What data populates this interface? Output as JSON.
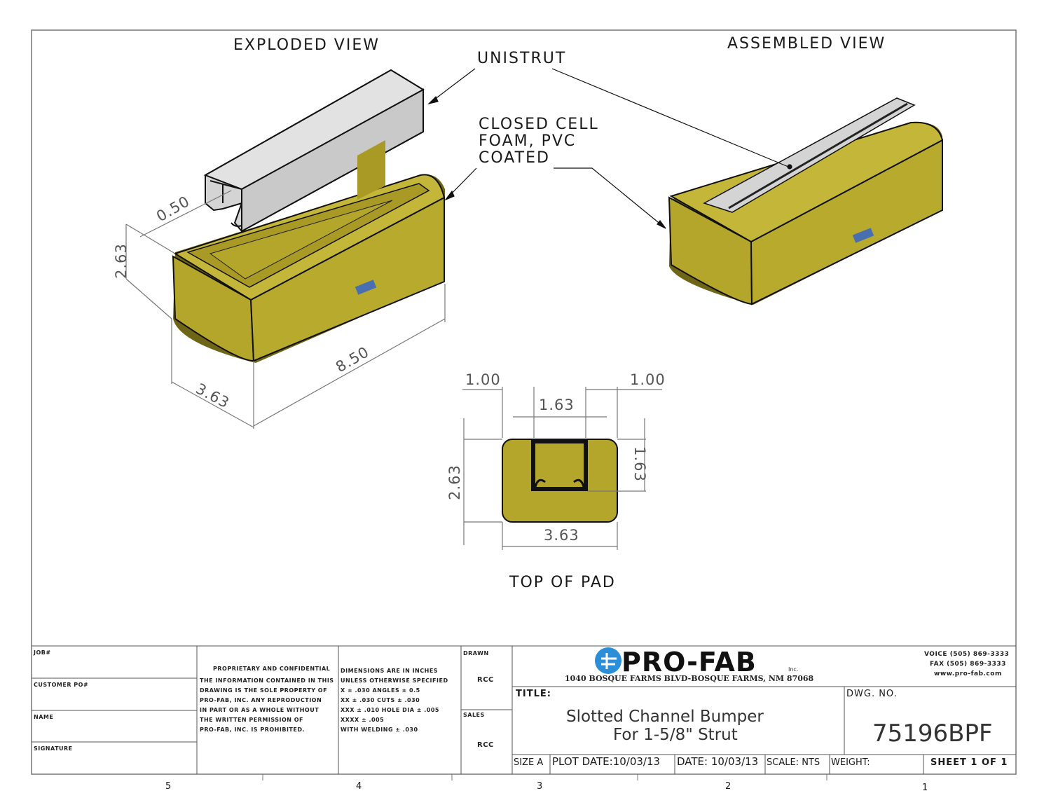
{
  "views": {
    "exploded": "EXPLODED VIEW",
    "assembled": "ASSEMBLED VIEW",
    "top": "TOP OF PAD"
  },
  "callouts": {
    "unistrut": "UNISTRUT",
    "foam": [
      "CLOSED CELL",
      "FOAM, PVC",
      "COATED"
    ]
  },
  "dimensions": {
    "exploded": {
      "slot_depth": "0.50",
      "height": "2.63",
      "length": "8.50",
      "width": "3.63"
    },
    "top": {
      "left_margin": "1.00",
      "slot_width": "1.63",
      "right_margin": "1.00",
      "height": "2.63",
      "slot_depth": "1.63",
      "width": "3.63"
    }
  },
  "title_block": {
    "fields": {
      "job": "JOB#",
      "customer_po": "CUSTOMER PO#",
      "name": "NAME",
      "signature": "SIGNATURE"
    },
    "proprietary": {
      "heading": "PROPRIETARY AND CONFIDENTIAL",
      "lines": [
        "THE INFORMATION CONTAINED IN THIS",
        "DRAWING IS THE SOLE PROPERTY OF",
        "PRO-FAB, INC. ANY REPRODUCTION",
        "IN PART OR AS A WHOLE WITHOUT",
        "THE WRITTEN PERMISSION OF",
        "PRO-FAB, INC. IS PROHIBITED."
      ]
    },
    "tolerances": {
      "lines": [
        "DIMENSIONS ARE IN INCHES",
        "UNLESS OTHERWISE SPECIFIED",
        "X ± .030     ANGLES ± 0.5",
        "XX ± .030     CUTS ± .030",
        "XXX ± .010   HOLE DIA ± .005",
        "XXXX ± .005",
        "WITH WELDING ± .030"
      ]
    },
    "drawn_label": "DRAWN",
    "drawn_by": "RCC",
    "sales_label": "SALES",
    "sales_by": "RCC",
    "company": {
      "name": "PRO-FAB",
      "suffix": "Inc.",
      "address": "1040 BOSQUE FARMS BLVD-BOSQUE FARMS, NM 87068"
    },
    "contact": {
      "voice": "VOICE (505) 869-3333",
      "fax": "FAX (505) 869-3333",
      "web": "www.pro-fab.com"
    },
    "title_label": "TITLE:",
    "title_line1": "Slotted Channel Bumper",
    "title_line2": "For 1-5/8\" Strut",
    "dwg_label": "DWG. NO.",
    "dwg_no": "75196BPF",
    "size": "SIZE A",
    "plot_date": "PLOT DATE:10/03/13",
    "date": "DATE: 10/03/13",
    "scale": "SCALE: NTS",
    "weight": "WEIGHT:",
    "sheet": "SHEET 1 OF 1"
  },
  "zones": [
    "5",
    "4",
    "3",
    "2",
    "1"
  ],
  "colors": {
    "foam": "#b4a62a",
    "foam_dark": "#6e6516",
    "foam_light": "#c9bb3c",
    "strut": "#d4d4d4",
    "logo_blue": "#2a8fd8"
  }
}
